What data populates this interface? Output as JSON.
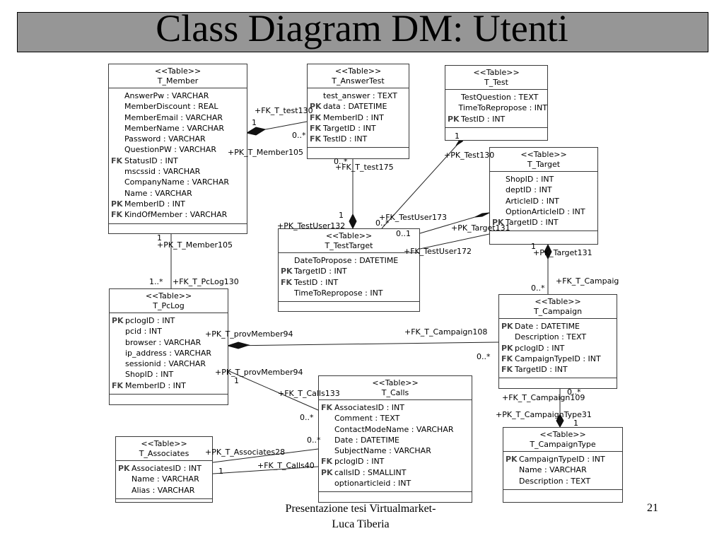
{
  "slide": {
    "title": "Class Diagram DM: Utenti",
    "footer_line1": "Presentazione tesi Virtualmarket-",
    "footer_line2": "Luca Tiberia",
    "page_number": "21"
  },
  "tables": {
    "t_member": {
      "stereotype": "<<Table>>",
      "name": "T_Member",
      "fields": [
        {
          "marker": "",
          "text": "AnswerPw : VARCHAR"
        },
        {
          "marker": "",
          "text": "MemberDiscount : REAL"
        },
        {
          "marker": "",
          "text": "MemberEmail : VARCHAR"
        },
        {
          "marker": "",
          "text": "MemberName : VARCHAR"
        },
        {
          "marker": "",
          "text": "Password : VARCHAR"
        },
        {
          "marker": "",
          "text": "QuestionPW : VARCHAR"
        },
        {
          "marker": "FK",
          "text": "StatusID : INT"
        },
        {
          "marker": "",
          "text": "mscssid : VARCHAR"
        },
        {
          "marker": "",
          "text": "CompanyName : VARCHAR"
        },
        {
          "marker": "",
          "text": "Name : VARCHAR"
        },
        {
          "marker": "PK",
          "text": "MemberID : INT"
        },
        {
          "marker": "FK",
          "text": "KindOfMember : VARCHAR"
        }
      ]
    },
    "t_answertest": {
      "stereotype": "<<Table>>",
      "name": "T_AnswerTest",
      "fields": [
        {
          "marker": "",
          "text": "test_answer : TEXT"
        },
        {
          "marker": "PK",
          "text": "data : DATETIME"
        },
        {
          "marker": "FK",
          "text": "MemberID : INT"
        },
        {
          "marker": "FK",
          "text": "TargetID : INT"
        },
        {
          "marker": "FK",
          "text": "TestID : INT"
        }
      ]
    },
    "t_test": {
      "stereotype": "<<Table>>",
      "name": "T_Test",
      "fields": [
        {
          "marker": "",
          "text": "TestQuestion : TEXT"
        },
        {
          "marker": "",
          "text": "TimeToRepropose : INT"
        },
        {
          "marker": "PK",
          "text": "TestID : INT"
        }
      ]
    },
    "t_target": {
      "stereotype": "<<Table>>",
      "name": "T_Target",
      "fields": [
        {
          "marker": "",
          "text": "ShopID : INT"
        },
        {
          "marker": "",
          "text": "deptID : INT"
        },
        {
          "marker": "",
          "text": "ArticleID : INT"
        },
        {
          "marker": "",
          "text": "OptionArticleID : INT"
        },
        {
          "marker": "PK",
          "text": "TargetID : INT"
        }
      ]
    },
    "t_testtarget": {
      "stereotype": "<<Table>>",
      "name": "T_TestTarget",
      "fields": [
        {
          "marker": "",
          "text": "DateToPropose : DATETIME"
        },
        {
          "marker": "PK",
          "text": "TargetID : INT"
        },
        {
          "marker": "FK",
          "text": "TestID : INT"
        },
        {
          "marker": "",
          "text": "TimeToRepropose : INT"
        }
      ]
    },
    "t_pclog": {
      "stereotype": "<<Table>>",
      "name": "T_PcLog",
      "fields": [
        {
          "marker": "PK",
          "text": "pclogID : INT"
        },
        {
          "marker": "",
          "text": "pcid : INT"
        },
        {
          "marker": "",
          "text": "browser : VARCHAR"
        },
        {
          "marker": "",
          "text": "ip_address : VARCHAR"
        },
        {
          "marker": "",
          "text": "sessionid : VARCHAR"
        },
        {
          "marker": "",
          "text": "ShopID : INT"
        },
        {
          "marker": "FK",
          "text": "MemberID : INT"
        }
      ]
    },
    "t_campaign": {
      "stereotype": "<<Table>>",
      "name": "T_Campaign",
      "fields": [
        {
          "marker": "PK",
          "text": "Date : DATETIME"
        },
        {
          "marker": "",
          "text": "Description : TEXT"
        },
        {
          "marker": "PK",
          "text": "pclogID : INT"
        },
        {
          "marker": "FK",
          "text": "CampaignTypeID : INT"
        },
        {
          "marker": "FK",
          "text": "TargetID : INT"
        }
      ]
    },
    "t_calls": {
      "stereotype": "<<Table>>",
      "name": "T_Calls",
      "fields": [
        {
          "marker": "FK",
          "text": "AssociatesID : INT"
        },
        {
          "marker": "",
          "text": "Comment : TEXT"
        },
        {
          "marker": "",
          "text": "ContactModeName : VARCHAR"
        },
        {
          "marker": "",
          "text": "Date : DATETIME"
        },
        {
          "marker": "",
          "text": "SubjectName : VARCHAR"
        },
        {
          "marker": "FK",
          "text": "pclogID : INT"
        },
        {
          "marker": "PK",
          "text": "callsID : SMALLINT"
        },
        {
          "marker": "",
          "text": "optionarticleid : INT"
        }
      ]
    },
    "t_associates": {
      "stereotype": "<<Table>>",
      "name": "T_Associates",
      "fields": [
        {
          "marker": "PK",
          "text": "AssociatesID : INT"
        },
        {
          "marker": "",
          "text": "Name : VARCHAR"
        },
        {
          "marker": "",
          "text": "Alias : VARCHAR"
        }
      ]
    },
    "t_campaigntype": {
      "stereotype": "<<Table>>",
      "name": "T_CampaignType",
      "fields": [
        {
          "marker": "PK",
          "text": "CampaignTypeID : INT"
        },
        {
          "marker": "",
          "text": "Name : VARCHAR"
        },
        {
          "marker": "",
          "text": "Description : TEXT"
        }
      ]
    }
  },
  "labels": {
    "fk_t_test130": "+FK_T_test130",
    "mult_1_member_answer": "1",
    "mult_0n_answer_member": "0..*",
    "pk_t_member105_a": "+PK_T_Member105",
    "mult_0n_answer_down": "0..*",
    "fk_t_test175": "+FK_T_test175",
    "pk_t_test130": "+PK_Test130",
    "mult_1_test": "1",
    "fk_t_testuser173": "+FK_TestUser173",
    "mult_0n_testuser": "0..*",
    "mult_01_testuser": "0..1",
    "mult_1_testtarget": "1",
    "pk_t_testuser132": "+PK_TestUser132",
    "pk_t_target131_a": "+PK_Target131",
    "fk_t_testuser172": "+FK_TestUser172",
    "mult_1_member_down": "1",
    "pk_t_member105_b": "+PK_T_Member105",
    "mult_1n_pclog": "1..*",
    "fk_t_pclog130": "+FK_T_PcLog130",
    "mult_1_target": "1",
    "pk_t_target131_b": "+PK_Target131",
    "fk_t_campaign": "+FK_T_Campaig",
    "mult_0n_campaign_up": "0..*",
    "pk_t_provmember94_a": "+PK_T_provMember94",
    "fk_t_campaign108": "+FK_T_Campaign108",
    "mult_0n_campaign_left": "0..*",
    "pk_t_provmember94_b": "+PK_T_provMember94",
    "mult_1_pclog": "1",
    "fk_t_calls133": "+FK_T_Calls133",
    "mult_0n_calls_a": "0..*",
    "mult_0n_calls_b": "0..*",
    "pk_t_associates28": "+PK_T_Associates28",
    "mult_1_associates": "1",
    "fk_t_calls40": "+FK_T_Calls40",
    "fk_t_campaign109": "+FK_T_Campaign109",
    "mult_0n_campaign_down": "0..*",
    "pk_t_campaigntype31": "+PK_T_CampaignType31",
    "mult_1_campaigntype": "1"
  }
}
